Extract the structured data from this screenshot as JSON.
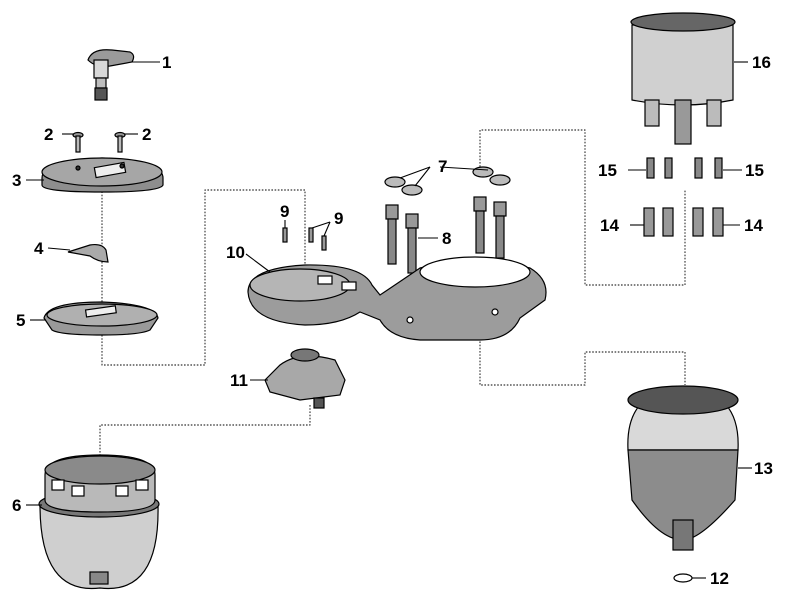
{
  "diagram": {
    "callouts": [
      "1",
      "2",
      "2",
      "3",
      "4",
      "5",
      "6",
      "7",
      "8",
      "9",
      "9",
      "10",
      "11",
      "12",
      "13",
      "14",
      "14",
      "15",
      "15",
      "16"
    ]
  }
}
